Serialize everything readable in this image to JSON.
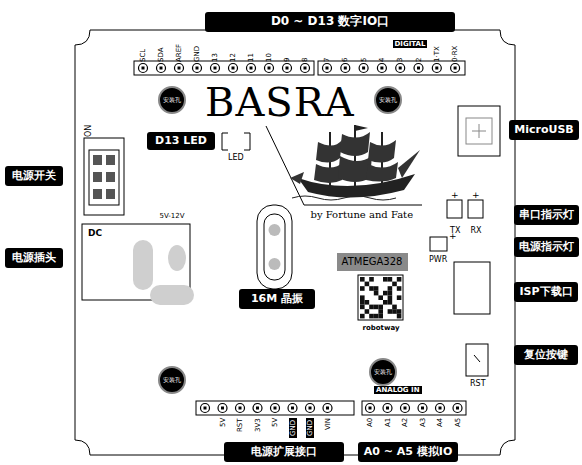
{
  "diagram": {
    "nodes": [
      {
        "text": [
          "D0 ~ D13 数字IO口"
        ]
      },
      {
        "text": [
          "安装孔"
        ]
      },
      {
        "text": [
          "安装孔"
        ]
      },
      {
        "text": [
          "D13 LED"
        ]
      },
      {
        "text": [
          "MicroUSB"
        ]
      },
      {
        "text": [
          "电源开关"
        ]
      },
      {
        "text": [
          "串口指示灯"
        ]
      },
      {
        "text": [
          "电源插头"
        ]
      },
      {
        "text": [
          "电源指示灯"
        ]
      },
      {
        "text": [
          "ATMEGA328"
        ]
      },
      {
        "text": [
          "ISP下载口"
        ]
      },
      {
        "text": [
          "16M 晶振"
        ]
      },
      {
        "text": [
          "复位按键"
        ]
      },
      {
        "text": [
          "安装孔"
        ]
      },
      {
        "text": [
          "安装孔"
        ]
      },
      {
        "text": [
          "电源扩展接口"
        ]
      },
      {
        "text": [
          "A0 ~ A5 模拟IO"
        ]
      }
    ],
    "labels": [
      "DIGITAL",
      "SCL",
      "SDA",
      "AREF",
      "GND",
      "13",
      "12",
      "11",
      "10",
      "9",
      "8",
      "7",
      "6",
      "5",
      "4",
      "3",
      "2",
      "1·TX",
      "0·RX",
      "BASRA",
      "by Fortune and Fate",
      "LED",
      "ON",
      "DC",
      "5V-12V",
      "+",
      "+",
      "TX",
      "RX",
      "PWR",
      "+",
      "robotway",
      "ANALOG IN",
      "RST",
      "5V",
      "RST",
      "3V3",
      "5V",
      "GND",
      "GND",
      "VIN",
      "A0",
      "A1",
      "A2",
      "A3",
      "A4",
      "A5"
    ]
  }
}
